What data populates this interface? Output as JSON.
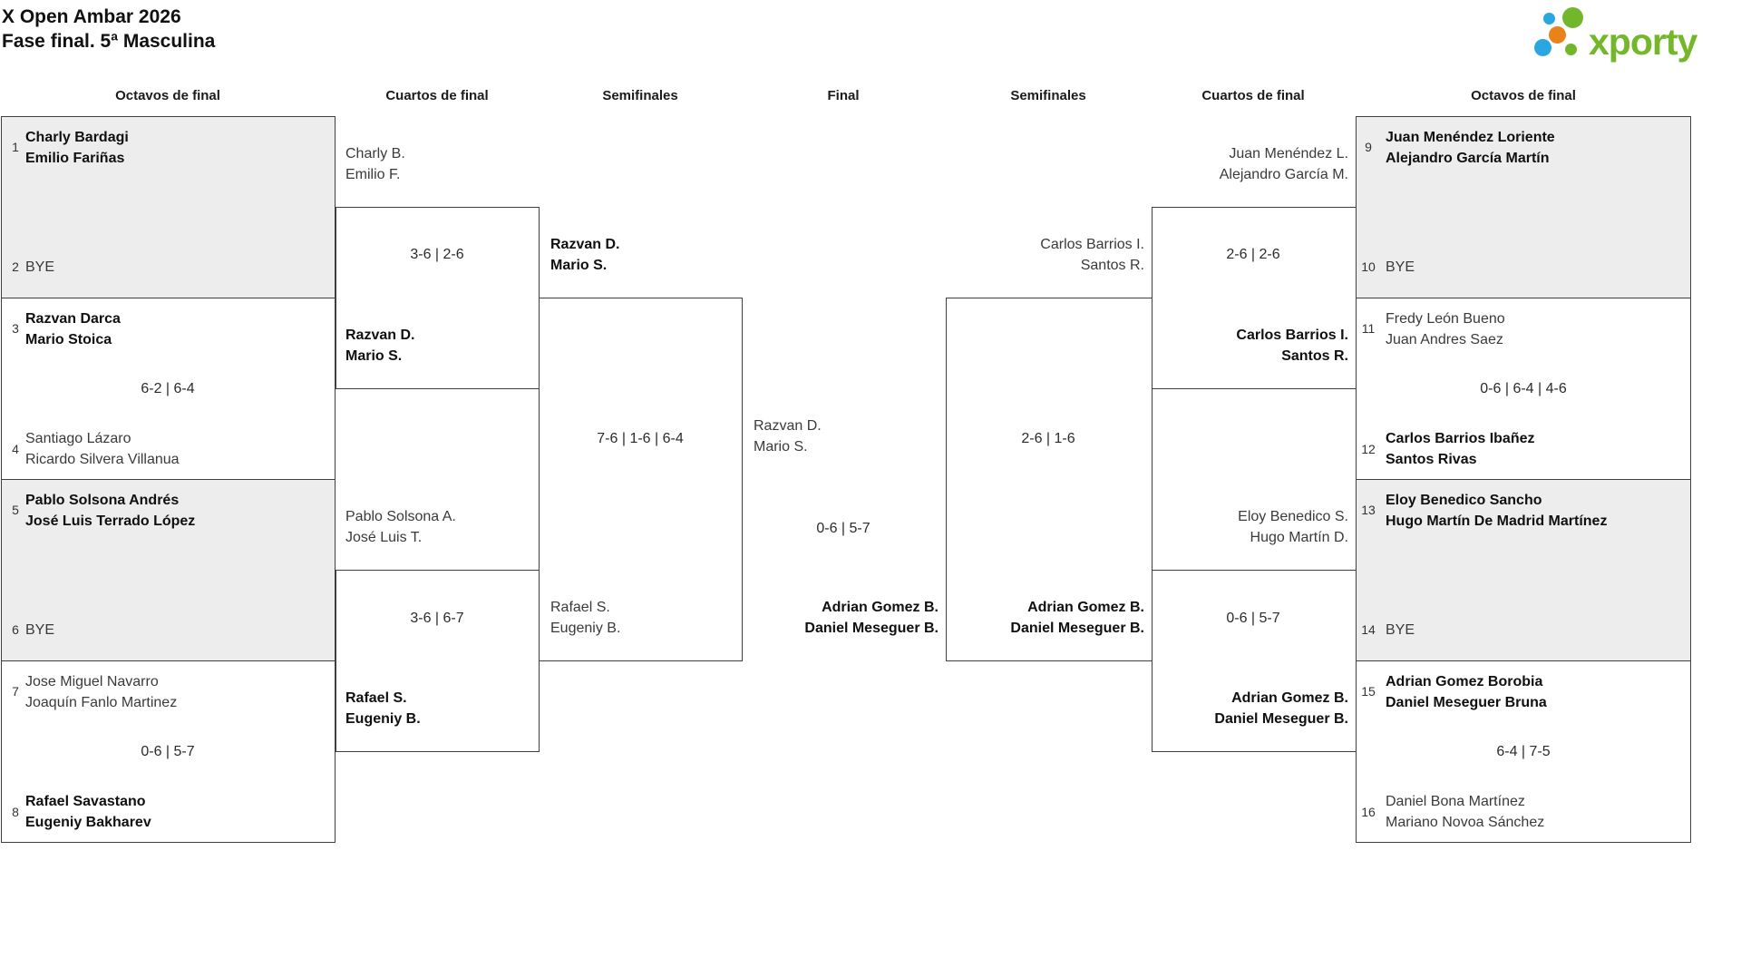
{
  "title": {
    "line1": "X Open Ambar 2026",
    "line2": "Fase final. 5ª Masculina"
  },
  "logo": {
    "text": "xporty",
    "green": "#72b62c",
    "blue": "#2aa7e0",
    "orange": "#e8831a"
  },
  "rounds": [
    "Octavos de final",
    "Cuartos de final",
    "Semifinales",
    "Final",
    "Semifinales",
    "Cuartos de final",
    "Octavos de final"
  ],
  "colors": {
    "shaded_box": "#ededed",
    "border": "#3f3f3f"
  },
  "matches": {
    "L16_1": {
      "seed_a": "1",
      "a1": "Charly Bardagi",
      "a2": "Emilio Fariñas",
      "seed_b": "2",
      "b1": "BYE"
    },
    "L16_2": {
      "seed_a": "3",
      "a1": "Razvan Darca",
      "a2": "Mario Stoica",
      "score": "6-2 | 6-4",
      "seed_b": "4",
      "b1": "Santiago Lázaro",
      "b2": "Ricardo Silvera Villanua"
    },
    "L16_3": {
      "seed_a": "5",
      "a1": "Pablo Solsona Andrés",
      "a2": "José Luis Terrado López",
      "seed_b": "6",
      "b1": "BYE"
    },
    "L16_4": {
      "seed_a": "7",
      "a1": "Jose Miguel Navarro",
      "a2": "Joaquín Fanlo Martinez",
      "score": "0-6 | 5-7",
      "seed_b": "8",
      "b1": "Rafael Savastano",
      "b2": "Eugeniy Bakharev"
    },
    "LQF_1": {
      "a1": "Charly B.",
      "a2": "Emilio F.",
      "score": "3-6 | 2-6",
      "b1": "Razvan D.",
      "b2": "Mario S."
    },
    "LQF_2": {
      "a1": "Pablo Solsona A.",
      "a2": "José Luis T.",
      "score": "3-6 | 6-7",
      "b1": "Rafael S.",
      "b2": "Eugeniy B."
    },
    "LSF": {
      "a1": "Razvan D.",
      "a2": "Mario S.",
      "score": "7-6 | 1-6 | 6-4",
      "b1": "Rafael S.",
      "b2": "Eugeniy B."
    },
    "F": {
      "a1": "Razvan D.",
      "a2": "Mario S.",
      "score": "0-6 | 5-7",
      "b1": "Adrian Gomez B.",
      "b2": "Daniel Meseguer B."
    },
    "RSF": {
      "a1": "Carlos Barrios I.",
      "a2": "Santos R.",
      "score": "2-6 | 1-6",
      "b1": "Adrian Gomez B.",
      "b2": "Daniel Meseguer B."
    },
    "RQF_1": {
      "a1": "Juan Menéndez L.",
      "a2": "Alejandro García M.",
      "score": "2-6 | 2-6",
      "b1": "Carlos Barrios I.",
      "b2": "Santos R."
    },
    "RQF_2": {
      "a1": "Eloy Benedico S.",
      "a2": "Hugo Martín D.",
      "score": "0-6 | 5-7",
      "b1": "Adrian Gomez B.",
      "b2": "Daniel Meseguer B."
    },
    "R16_1": {
      "seed_a": "9",
      "a1": "Juan Menéndez Loriente",
      "a2": "Alejandro García Martín",
      "seed_b": "10",
      "b1": "BYE"
    },
    "R16_2": {
      "seed_a": "11",
      "a1": "Fredy León Bueno",
      "a2": "Juan Andres Saez",
      "score": "0-6 | 6-4 | 4-6",
      "seed_b": "12",
      "b1": "Carlos Barrios Ibañez",
      "b2": "Santos Rivas"
    },
    "R16_3": {
      "seed_a": "13",
      "a1": "Eloy Benedico Sancho",
      "a2": "Hugo Martín De Madrid Martínez",
      "seed_b": "14",
      "b1": "BYE"
    },
    "R16_4": {
      "seed_a": "15",
      "a1": "Adrian Gomez Borobia",
      "a2": "Daniel Meseguer Bruna",
      "score": "6-4 | 7-5",
      "seed_b": "16",
      "b1": "Daniel Bona Martínez",
      "b2": "Mariano Novoa Sánchez"
    }
  }
}
